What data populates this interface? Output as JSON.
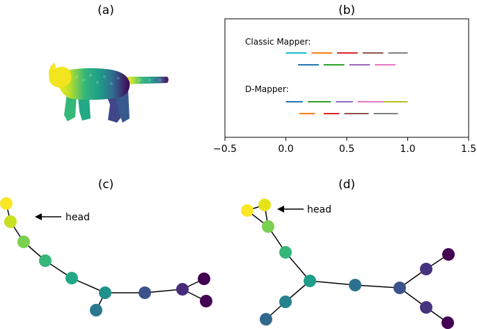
{
  "panel_labels": {
    "a": "(a)",
    "b": "(b)",
    "c": "(c)",
    "d": "(d)"
  },
  "panel_b": {
    "classic_label": "Classic Mapper:",
    "dmapper_label": "D-Mapper:",
    "x_ticks": [
      "−0.5",
      "0.0",
      "0.5",
      "1.0",
      "1.5"
    ]
  },
  "panel_c": {
    "annotation": "head"
  },
  "panel_d": {
    "annotation": "head"
  },
  "chart_data": [
    {
      "type": "interval",
      "panel": "(b)",
      "xlim": [
        -0.5,
        1.5
      ],
      "x_ticks": [
        -0.5,
        0.0,
        0.5,
        1.0,
        1.5
      ],
      "groups": [
        {
          "name": "Classic Mapper:",
          "rows": [
            [
              {
                "start": 0.0,
                "end": 0.17,
                "color": "#17becf"
              },
              {
                "start": 0.21,
                "end": 0.38,
                "color": "#ff7f0e"
              },
              {
                "start": 0.42,
                "end": 0.59,
                "color": "#d62728"
              },
              {
                "start": 0.63,
                "end": 0.8,
                "color": "#8c564b"
              },
              {
                "start": 0.84,
                "end": 1.0,
                "color": "#7f7f7f"
              }
            ],
            [
              {
                "start": 0.1,
                "end": 0.27,
                "color": "#1f77b4"
              },
              {
                "start": 0.31,
                "end": 0.48,
                "color": "#2ca02c"
              },
              {
                "start": 0.52,
                "end": 0.69,
                "color": "#9467bd"
              },
              {
                "start": 0.73,
                "end": 0.9,
                "color": "#e377c2"
              }
            ]
          ]
        },
        {
          "name": "D-Mapper:",
          "rows": [
            [
              {
                "start": 0.0,
                "end": 0.14,
                "color": "#1f77b4"
              },
              {
                "start": 0.18,
                "end": 0.37,
                "color": "#2ca02c"
              },
              {
                "start": 0.41,
                "end": 0.55,
                "color": "#9467bd"
              },
              {
                "start": 0.59,
                "end": 0.8,
                "color": "#e377c2"
              },
              {
                "start": 0.8,
                "end": 1.0,
                "color": "#bcbd22"
              }
            ],
            [
              {
                "start": 0.11,
                "end": 0.24,
                "color": "#ff7f0e"
              },
              {
                "start": 0.31,
                "end": 0.44,
                "color": "#d62728"
              },
              {
                "start": 0.48,
                "end": 0.68,
                "color": "#8c564b"
              },
              {
                "start": 0.72,
                "end": 0.92,
                "color": "#7f7f7f"
              }
            ]
          ]
        }
      ]
    }
  ]
}
